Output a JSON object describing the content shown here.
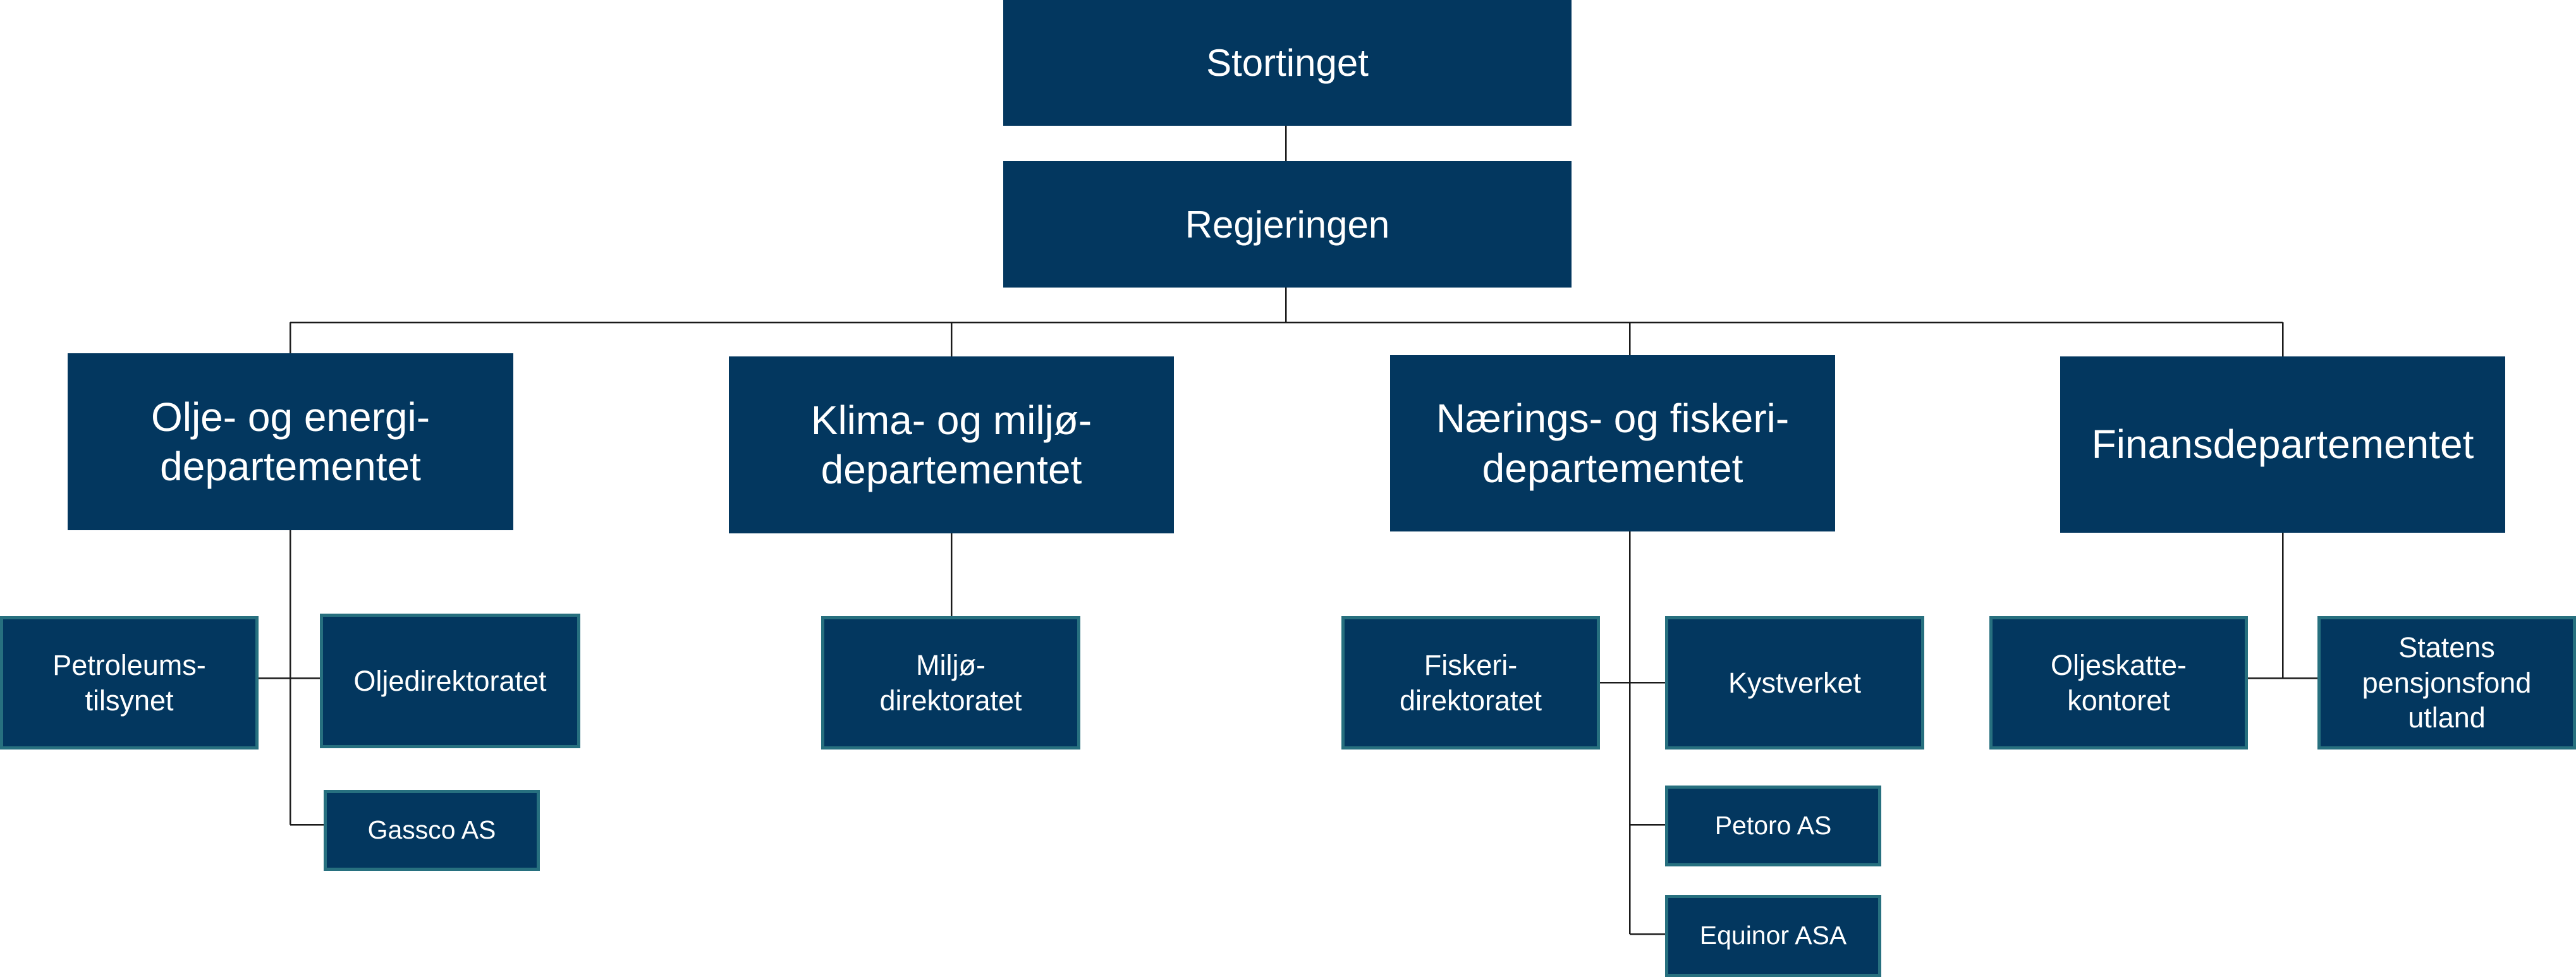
{
  "org_chart": {
    "parliament": "Stortinget",
    "government": "Regjeringen",
    "ministries": [
      {
        "name": "Olje- og energi-\ndepartementet",
        "agencies": [
          "Petroleums-\ntilsynet",
          "Oljedirektoratet"
        ],
        "companies": [
          "Gassco AS"
        ]
      },
      {
        "name": "Klima- og miljø-\ndepartementet",
        "agencies": [
          "Miljø-\ndirektoratet"
        ],
        "companies": []
      },
      {
        "name": "Nærings- og fiskeri-\ndepartementet",
        "agencies": [
          "Fiskeri-\ndirektoratet",
          "Kystverket"
        ],
        "companies": [
          "Petoro AS",
          "Equinor ASA"
        ]
      },
      {
        "name": "Finansdepartementet",
        "agencies": [
          "Oljeskatte-\nkontoret",
          "Statens\npensjonsfond\nutland"
        ],
        "companies": []
      }
    ]
  },
  "colors": {
    "box_fill": "#03375f",
    "box_border": "#27707f",
    "box_text": "#ffffff",
    "connector": "#1a1a1a",
    "background": "#ffffff"
  }
}
